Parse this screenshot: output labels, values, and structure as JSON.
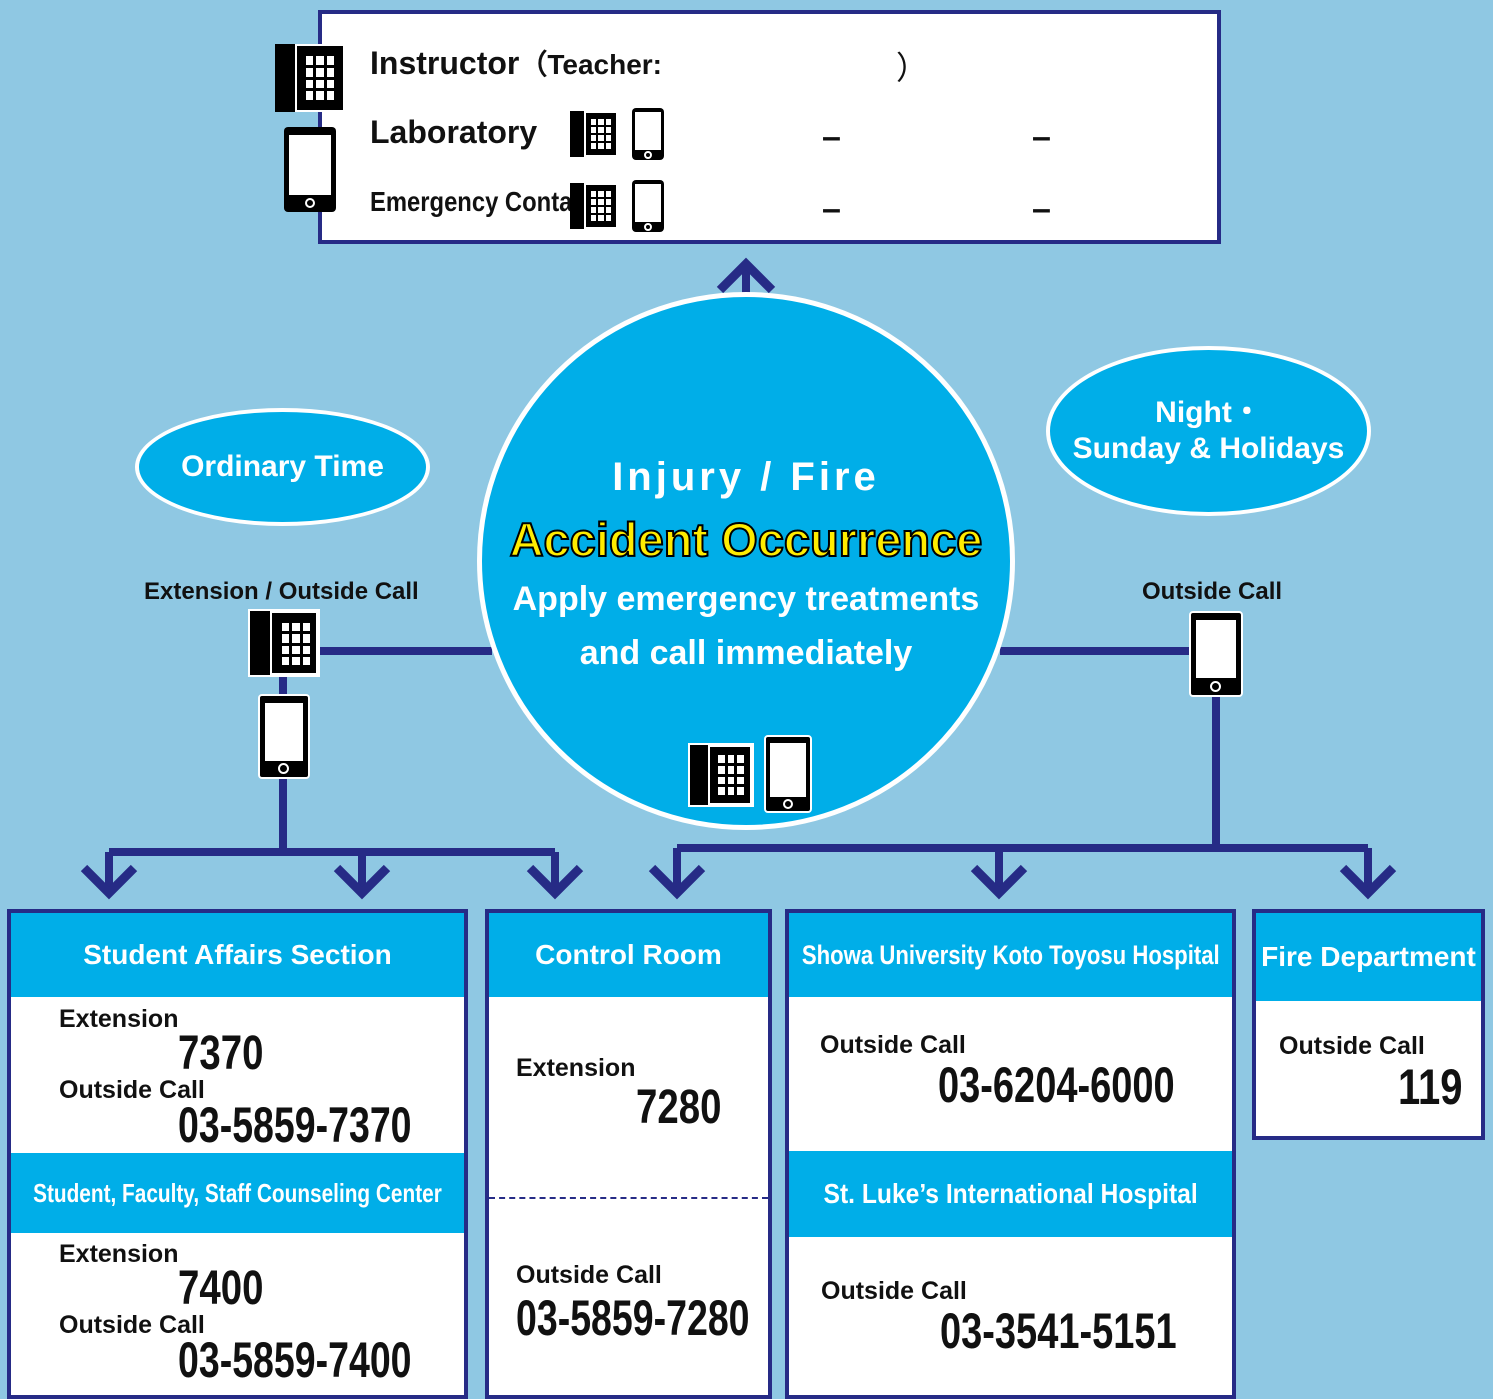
{
  "top_box": {
    "instructor_label": "Instructor",
    "teacher_label": "（Teacher:",
    "teacher_close": "）",
    "laboratory_label": "Laboratory",
    "emergency_label": "Emergency Contact",
    "dash": "–"
  },
  "center": {
    "line1": "Injury / Fire",
    "line2": "Accident Occurrence",
    "line3": "Apply emergency treatments",
    "line4": "and call immediately"
  },
  "left_ellipse": "Ordinary Time",
  "right_ellipse": {
    "line1": "Night・",
    "line2": "Sunday & Holidays"
  },
  "left_call_label": "Extension / Outside Call",
  "right_call_label": "Outside Call",
  "student_affairs": {
    "title": "Student Affairs Section",
    "ext_label": "Extension",
    "ext": "7370",
    "out_label": "Outside Call",
    "out": "03-5859-7370"
  },
  "counseling": {
    "title": "Student, Faculty, Staff Counseling Center",
    "ext_label": "Extension",
    "ext": "7400",
    "out_label": "Outside Call",
    "out": "03-5859-7400"
  },
  "control_room": {
    "title": "Control Room",
    "ext_label": "Extension",
    "ext": "7280",
    "out_label": "Outside Call",
    "out": "03-5859-7280"
  },
  "showa": {
    "title": "Showa University Koto Toyosu Hospital",
    "out_label": "Outside Call",
    "out": "03-6204-6000"
  },
  "st_lukes": {
    "title": "St. Luke’s International Hospital",
    "out_label": "Outside Call",
    "out": "03-3541-5151"
  },
  "fire": {
    "title": "Fire Department",
    "out_label": "Outside Call",
    "out": "119"
  },
  "colors": {
    "navy": "#262b86",
    "cyan": "#00aee8",
    "background": "#8fc8e3",
    "highlight": "#ffec00"
  }
}
